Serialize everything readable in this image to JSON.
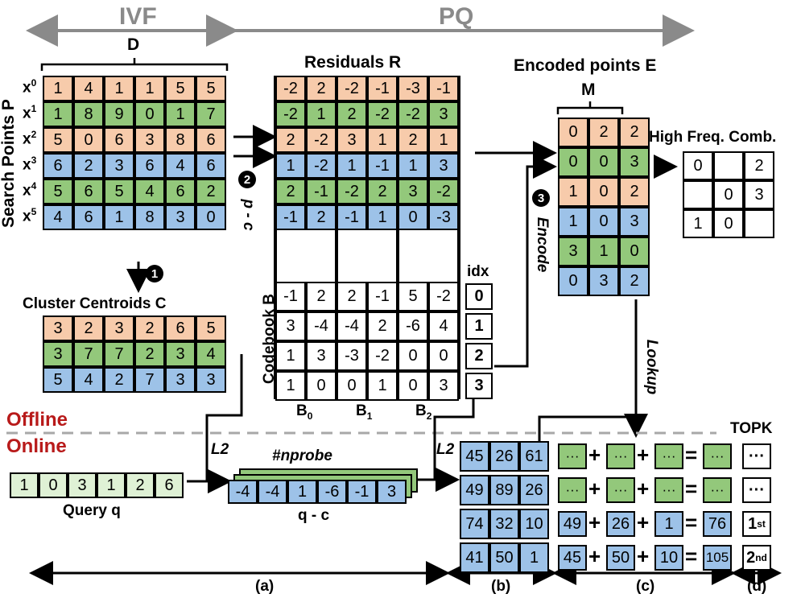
{
  "colors": {
    "orange": "#f7cbab",
    "green": "#93c87b",
    "blue": "#9dc2e8",
    "lightgreen": "#dff1d5",
    "gray": "#8a8a8a",
    "red": "#b81a1a"
  },
  "header": {
    "ivf": "IVF",
    "pq": "PQ"
  },
  "labels": {
    "D": "D",
    "residuals": "Residuals R",
    "encoded": "Encoded points E",
    "M": "M",
    "high_freq": "High Freq. Comb.",
    "search_points": "Search Points P",
    "cluster_centroids": "Cluster Centroids C",
    "codebook": "Codebook B",
    "idx": "idx",
    "p_minus_c": "p - c",
    "encode": "Encode",
    "lookup": "Lookup",
    "offline": "Offline",
    "online": "Online",
    "L2_a": "L2",
    "L2_b": "L2",
    "nprobe": "#nprobe",
    "query": "Query q",
    "q_minus_c": "q - c",
    "topk": "TOPK",
    "sec_a": "(a)",
    "sec_b": "(b)",
    "sec_c": "(c)",
    "sec_d": "(d)",
    "step1": "1",
    "step2": "2",
    "step3": "3"
  },
  "row_labels": [
    {
      "base": "x",
      "sup": "0"
    },
    {
      "base": "x",
      "sup": "1"
    },
    {
      "base": "x",
      "sup": "2"
    },
    {
      "base": "x",
      "sup": "3"
    },
    {
      "base": "x",
      "sup": "4"
    },
    {
      "base": "x",
      "sup": "5"
    }
  ],
  "b_labels": [
    {
      "base": "B",
      "sub": "0"
    },
    {
      "base": "B",
      "sub": "1"
    },
    {
      "base": "B",
      "sub": "2"
    }
  ],
  "search_points": [
    {
      "c": "orange",
      "v": [
        "1",
        "4",
        "1",
        "1",
        "5",
        "5"
      ]
    },
    {
      "c": "green",
      "v": [
        "1",
        "8",
        "9",
        "0",
        "1",
        "7"
      ]
    },
    {
      "c": "orange",
      "v": [
        "5",
        "0",
        "6",
        "3",
        "8",
        "6"
      ]
    },
    {
      "c": "blue",
      "v": [
        "6",
        "2",
        "3",
        "6",
        "4",
        "6"
      ]
    },
    {
      "c": "green",
      "v": [
        "5",
        "6",
        "5",
        "4",
        "6",
        "2"
      ]
    },
    {
      "c": "blue",
      "v": [
        "4",
        "6",
        "1",
        "8",
        "3",
        "0"
      ]
    }
  ],
  "centroids": [
    {
      "c": "orange",
      "v": [
        "3",
        "2",
        "3",
        "2",
        "6",
        "5"
      ]
    },
    {
      "c": "green",
      "v": [
        "3",
        "7",
        "7",
        "2",
        "3",
        "4"
      ]
    },
    {
      "c": "blue",
      "v": [
        "5",
        "4",
        "2",
        "7",
        "3",
        "3"
      ]
    }
  ],
  "residuals": [
    {
      "c": "orange",
      "v": [
        "-2",
        "2",
        "-2",
        "-1",
        "-3",
        "-1"
      ]
    },
    {
      "c": "green",
      "v": [
        "-2",
        "1",
        "2",
        "-2",
        "-2",
        "3"
      ]
    },
    {
      "c": "orange",
      "v": [
        "2",
        "-2",
        "3",
        "1",
        "2",
        "1"
      ]
    },
    {
      "c": "blue",
      "v": [
        "1",
        "-2",
        "1",
        "-1",
        "1",
        "3"
      ]
    },
    {
      "c": "green",
      "v": [
        "2",
        "-1",
        "-2",
        "2",
        "3",
        "-2"
      ]
    },
    {
      "c": "blue",
      "v": [
        "-1",
        "2",
        "-1",
        "1",
        "0",
        "-3"
      ]
    }
  ],
  "codebook": [
    [
      "-1",
      "2",
      "2",
      "-1",
      "5",
      "-2"
    ],
    [
      "3",
      "-4",
      "-4",
      "2",
      "-6",
      "4"
    ],
    [
      "1",
      "3",
      "-3",
      "-2",
      "0",
      "0"
    ],
    [
      "1",
      "0",
      "0",
      "1",
      "0",
      "3"
    ]
  ],
  "idx": [
    "0",
    "1",
    "2",
    "3"
  ],
  "encoded": [
    {
      "c": "orange",
      "v": [
        "0",
        "2",
        "2"
      ]
    },
    {
      "c": "green",
      "v": [
        "0",
        "0",
        "3"
      ]
    },
    {
      "c": "orange",
      "v": [
        "1",
        "0",
        "2"
      ]
    },
    {
      "c": "blue",
      "v": [
        "1",
        "0",
        "3"
      ]
    },
    {
      "c": "green",
      "v": [
        "3",
        "1",
        "0"
      ]
    },
    {
      "c": "blue",
      "v": [
        "0",
        "3",
        "2"
      ]
    }
  ],
  "high_freq": [
    [
      "0",
      "",
      "2"
    ],
    [
      "",
      "0",
      "3"
    ],
    [
      "1",
      "0",
      ""
    ]
  ],
  "query": [
    "1",
    "0",
    "3",
    "1",
    "2",
    "6"
  ],
  "qc": [
    "-4",
    "-4",
    "1",
    "-6",
    "-1",
    "3"
  ],
  "lut": [
    [
      "45",
      "26",
      "61"
    ],
    [
      "49",
      "89",
      "26"
    ],
    [
      "74",
      "32",
      "10"
    ],
    [
      "41",
      "50",
      "1"
    ]
  ],
  "sums": [
    {
      "c": "green",
      "a": "···",
      "b": "···",
      "d": "···",
      "r": "···"
    },
    {
      "c": "green",
      "a": "···",
      "b": "···",
      "d": "···",
      "r": "···"
    },
    {
      "c": "blue",
      "a": "49",
      "b": "26",
      "d": "1",
      "r": "76"
    },
    {
      "c": "blue",
      "a": "45",
      "b": "50",
      "d": "10",
      "r": "105"
    }
  ],
  "ops": {
    "plus": "+",
    "eq": "="
  },
  "topk": [
    {
      "base": "···",
      "sub": ""
    },
    {
      "base": "···",
      "sub": ""
    },
    {
      "base": "1",
      "sub": "st"
    },
    {
      "base": "2",
      "sub": "nd"
    }
  ]
}
